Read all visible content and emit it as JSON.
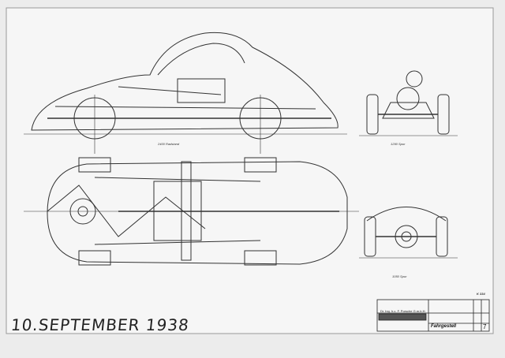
{
  "drawing": {
    "wheelbase_label": "2400 Radstand",
    "front_track_label": "1290 Spur",
    "rear_track_label": "1050 Spur",
    "sheet_number_label": "K 334"
  },
  "title_block": {
    "company": "Dr. Ing. h.c. F. Porsche G.m.b.H.",
    "title": "Fahrgestell",
    "sheet": "7"
  },
  "handwritten_date": "10.SEPTEMBER 1938"
}
